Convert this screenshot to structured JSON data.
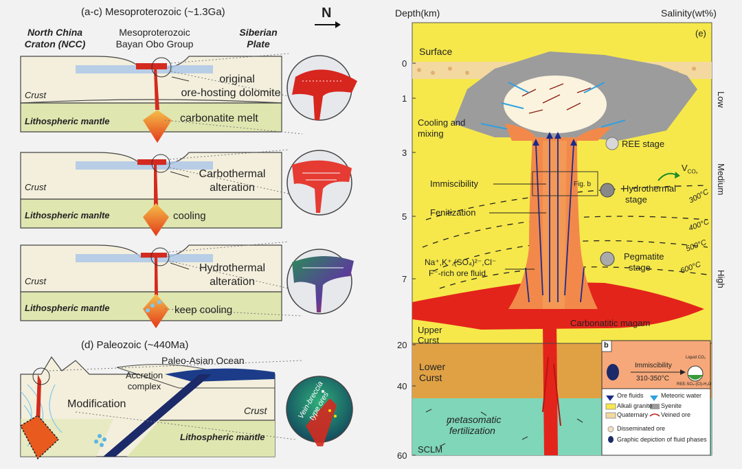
{
  "left": {
    "header_ac": "(a-c) Mesoproterozoic (~1.3Ga)",
    "north_label": "N",
    "ncc_line1": "North China",
    "ncc_line2": "Craton (NCC)",
    "group_line1": "Mesoproterozoic",
    "group_line2": "Bayan Obo Group",
    "siberian_line1": "Siberian",
    "siberian_line2": "Plate",
    "panel_a": {
      "crust": "Crust",
      "mantle": "Lithospheric mantle",
      "note1_line1": "original",
      "note1_line2": "ore-hosting dolomite",
      "note2": "carbonatite melt"
    },
    "panel_b": {
      "crust": "Crust",
      "mantle": "Lithospheric manlte",
      "note1_line1": "Carbothermal",
      "note1_line2": "alteration",
      "note2": "cooling"
    },
    "panel_c": {
      "crust": "Crust",
      "mantle": "Lithospheric mantle",
      "note1_line1": "Hydrothermal",
      "note1_line2": "alteration",
      "note2": "keep cooling"
    },
    "header_d": "(d) Paleozoic (~440Ma)",
    "panel_d": {
      "ocean": "Paleo-Asian Ocean",
      "accretion_line1": "Accretion",
      "accretion_line2": "complex",
      "modification": "Modification",
      "crust": "Crust",
      "mantle": "Lithospheric mantle",
      "vein_line1": "Vein-breccia",
      "vein_line2": "type ores"
    }
  },
  "right": {
    "depth_title": "Depth(km)",
    "salinity_title": "Salinity(wt%)",
    "panel_label": "(e)",
    "depth_ticks": [
      "0",
      "1",
      "3",
      "5",
      "7",
      "20",
      "40",
      "60"
    ],
    "salinity_low": "Low",
    "salinity_medium": "Medium",
    "salinity_high": "High",
    "surface": "Surface",
    "cooling_mixing_line1": "Cooling and",
    "cooling_mixing_line2": "mixing",
    "ree_stage": "REE stage",
    "vco2": "V",
    "vco2_sub": "CO₂",
    "immiscibility": "Immiscibility",
    "fig_b": "Fig. b",
    "hydrothermal_stage_line1": "Hydrothermal",
    "hydrothermal_stage_line2": "stage",
    "fenitization": "Fenitization",
    "temp_300": "300°C",
    "temp_400": "400°C",
    "temp_500": "500°C",
    "temp_600": "600°C",
    "pegmatite_line1": "Pegmatite",
    "pegmatite_line2": "stage",
    "fluid_line1": "Na⁺,K⁺,(SO₄)²⁻,Cl⁻",
    "fluid_line2": "F⁻-rich ore fluid",
    "carbonatitic": "Carbonatitic magam",
    "upper_crust_line1": "Upper",
    "upper_crust_line2": "Curst",
    "lower_crust_line1": "Lower",
    "lower_crust_line2": "Curst",
    "metasomatic_line1": "metasomatic",
    "metasomatic_line2": "fertilization",
    "sclm": "SCLM",
    "inset": {
      "label": "b",
      "immiscibility": "Immiscibility",
      "temp": "310-350°C",
      "liquid_co2": "Liquid CO₂",
      "ree_fluid": "REE-SO₄-(Cl)-H₂O"
    },
    "legend": {
      "ore_fluids": "Ore fluids",
      "meteoric": "Meteoric water",
      "alkali": "Alkali granite",
      "syenite": "Syenite",
      "quaternary": "Quaternary",
      "veined": "Veined ore",
      "disseminated": "Disseminated ore",
      "graphic": "Graphic depiction of fluid phases"
    }
  },
  "colors": {
    "crust": "#f3efdc",
    "mantle": "#dfe6b0",
    "magma": "#e3241b",
    "melt_orange": "#f08a1c",
    "yellow_bg": "#f6e84a",
    "lower_crust": "#e0a145",
    "sclm": "#7fd6b8",
    "syenite": "#9c9c9c",
    "ore_fluid": "#1c2a8a",
    "meteoric": "#2fa0e0"
  }
}
